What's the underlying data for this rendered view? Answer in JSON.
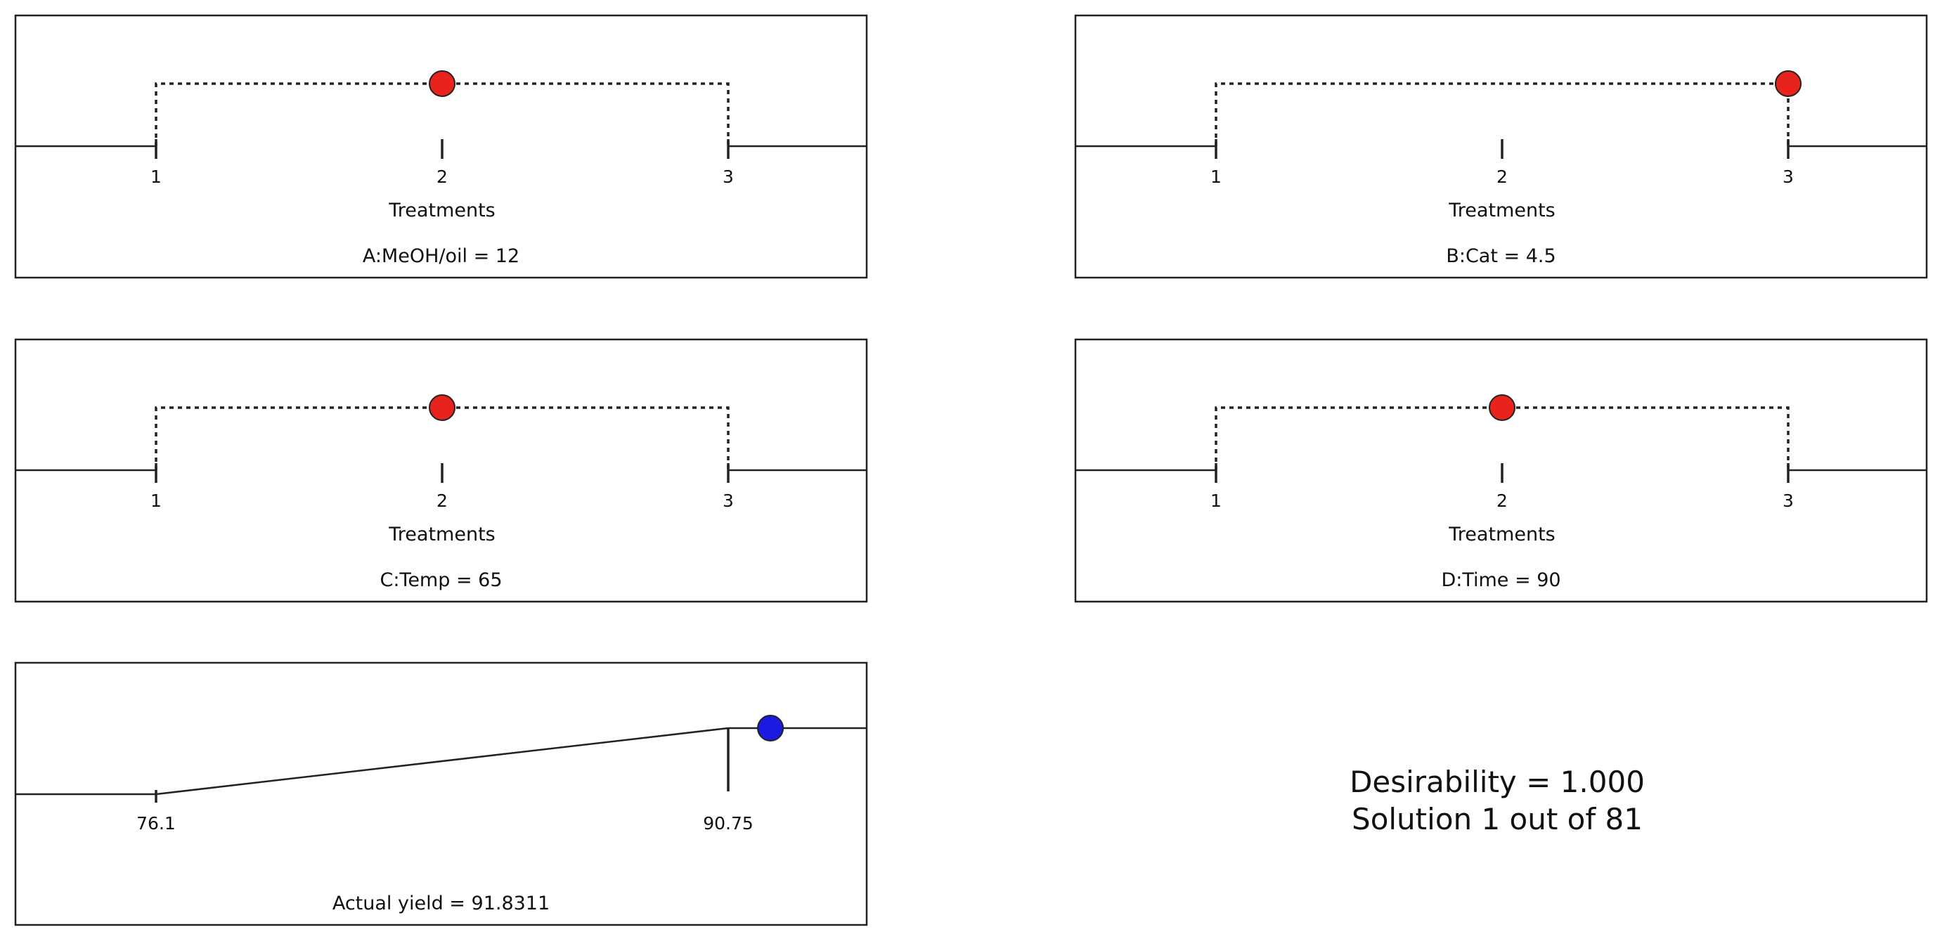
{
  "chart_data": [
    {
      "type": "ramp",
      "factor": "A:MeOH/oil",
      "label": "A:MeOH/oil = 12",
      "xlabel": "Treatments",
      "ticks": [
        "1",
        "2",
        "3"
      ],
      "low": 1,
      "high": 3,
      "value": 2,
      "point_color": "#e8221c"
    },
    {
      "type": "ramp",
      "factor": "B:Cat",
      "label": "B:Cat = 4.5",
      "xlabel": "Treatments",
      "ticks": [
        "1",
        "2",
        "3"
      ],
      "low": 1,
      "high": 3,
      "value": 3,
      "point_color": "#e8221c"
    },
    {
      "type": "ramp",
      "factor": "C:Temp",
      "label": "C:Temp = 65",
      "xlabel": "Treatments",
      "ticks": [
        "1",
        "2",
        "3"
      ],
      "low": 1,
      "high": 3,
      "value": 2,
      "point_color": "#e8221c"
    },
    {
      "type": "ramp",
      "factor": "D:Time",
      "label": "D:Time = 90",
      "xlabel": "Treatments",
      "ticks": [
        "1",
        "2",
        "3"
      ],
      "low": 1,
      "high": 3,
      "value": 2,
      "point_color": "#e8221c"
    },
    {
      "type": "ramp",
      "factor": "Actual yield",
      "label": "Actual yield = 91.8311",
      "xlabel": "",
      "ticks": [
        "76.1",
        "90.75"
      ],
      "low": 76.1,
      "high": 90.75,
      "value": 91.8311,
      "point_color": "#1a1ae0"
    }
  ],
  "summary": {
    "desirability": "Desirability = 1.000",
    "solution": "Solution 1 out of 81"
  }
}
